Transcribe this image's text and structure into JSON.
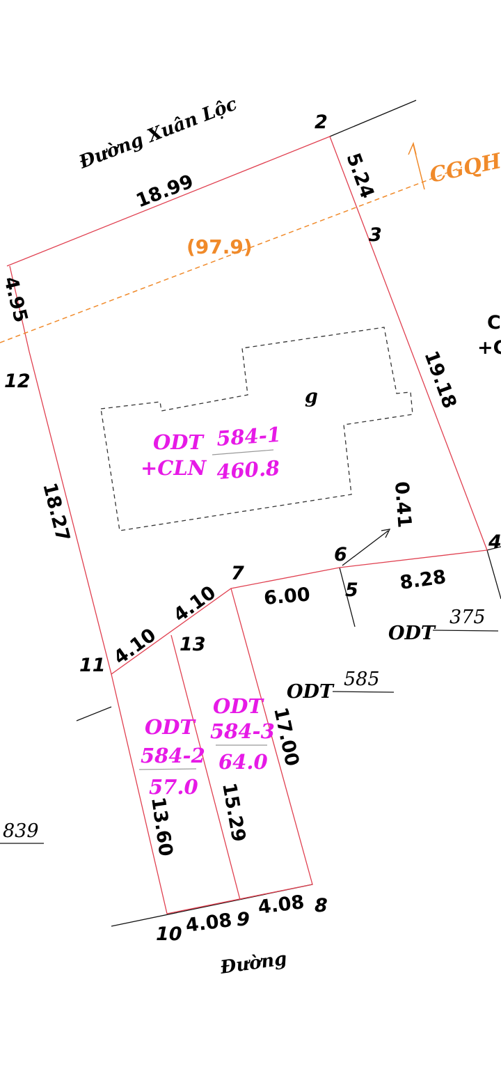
{
  "roads": {
    "top": "Đường Xuân Lộc",
    "bottom": "Đường"
  },
  "points": {
    "p2": "2",
    "p3": "3",
    "p4": "4",
    "p5": "5",
    "p6": "6",
    "p7": "7",
    "p8": "8",
    "p9": "9",
    "p10": "10",
    "p11": "11",
    "p12": "12",
    "p13": "13"
  },
  "dimensions": {
    "d_top": "18.99",
    "d_2_3": "5.24",
    "d_3_4": "19.18",
    "d_left_top": "4.95",
    "d_12_11": "18.27",
    "d_11_13": "4.10",
    "d_13_7": "4.10",
    "d_7_6": "6.00",
    "d_5_4": "8.28",
    "d_offset": "0.41",
    "d_7_8": "17.00",
    "d_13_9": "15.29",
    "d_11_10": "13.60",
    "d_10_9": "4.08",
    "d_9_8": "4.08"
  },
  "planning": {
    "area_road": "(97.9)",
    "label": "CGQHG"
  },
  "parcels": {
    "main": {
      "type": "ODT",
      "type2": "+CLN",
      "number": "584-1",
      "area": "460.8"
    },
    "sub2": {
      "type": "ODT",
      "number": "584-2",
      "area": "57.0"
    },
    "sub3": {
      "type": "ODT",
      "number": "584-3",
      "area": "64.0"
    }
  },
  "neighbors": {
    "n585": {
      "type": "ODT",
      "number": "585"
    },
    "n375": {
      "type": "ODT",
      "number": "375"
    },
    "n839": {
      "number": "839"
    },
    "right_partial_1": "C",
    "right_partial_2": "+C"
  },
  "building_label": "g"
}
